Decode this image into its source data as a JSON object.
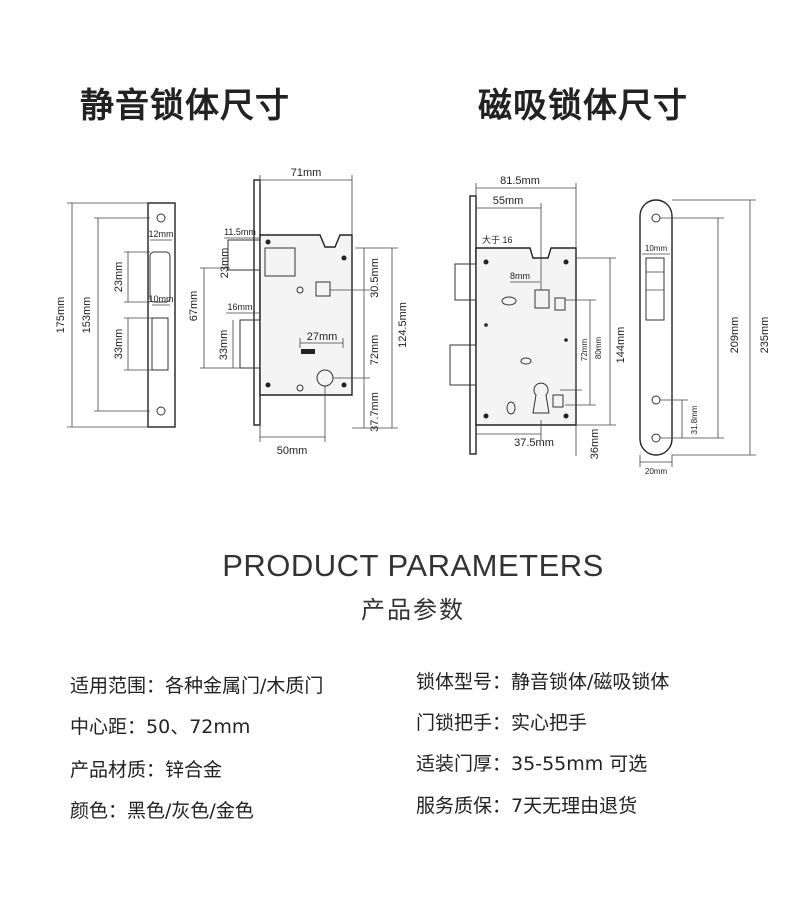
{
  "titles": {
    "left": "静音锁体尺寸",
    "right": "磁吸锁体尺寸"
  },
  "left_diagram": {
    "dims": {
      "d175": "175mm",
      "d153": "153mm",
      "d12": "12mm",
      "d23a": "23mm",
      "d10": "10mm",
      "d33a": "33mm",
      "d71": "71mm",
      "d11_5": "11.5mm",
      "d23b": "23mm",
      "d67": "67mm",
      "d16": "16mm",
      "d33b": "33mm",
      "d27": "27mm",
      "d30_5": "30.5mm",
      "d72": "72mm",
      "d124_5": "124.5mm",
      "d37_7": "37.7mm",
      "d50": "50mm"
    }
  },
  "right_diagram": {
    "dims": {
      "d81_5": "81.5mm",
      "d55": "55mm",
      "d16": "大于 16",
      "d8": "8mm",
      "d72": "72mm",
      "d80": "80mm",
      "d144": "144mm",
      "d37_5": "37.5mm",
      "d36": "36mm",
      "d10": "10mm",
      "d209": "209mm",
      "d235": "235mm",
      "d31_8": "31.8mm",
      "d20": "20mm"
    }
  },
  "heading": {
    "en": "PRODUCT PARAMETERS",
    "cn": "产品参数"
  },
  "params": [
    {
      "key": "适用范围",
      "value": "各种金属门/木质门"
    },
    {
      "key": "锁体型号",
      "value": "静音锁体/磁吸锁体"
    },
    {
      "key": "中心距",
      "value": "50、72mm"
    },
    {
      "key": "门锁把手",
      "value": "实心把手"
    },
    {
      "key": "产品材质",
      "value": "锌合金"
    },
    {
      "key": "适装门厚",
      "value": "35-55mm 可选"
    },
    {
      "key": "颜色",
      "value": "黑色/灰色/金色"
    },
    {
      "key": "服务质保",
      "value": "7天无理由退货"
    }
  ]
}
